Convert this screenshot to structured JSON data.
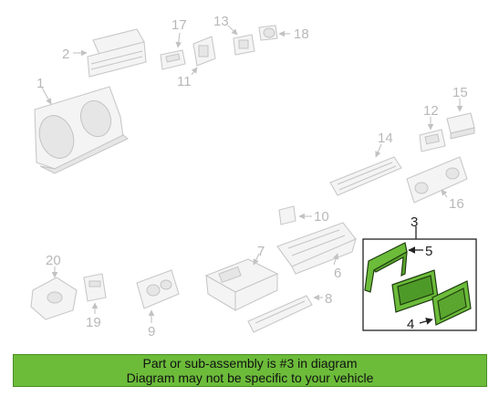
{
  "callouts": {
    "c1": "1",
    "c2": "2",
    "c3": "3",
    "c4": "4",
    "c5": "5",
    "c6": "6",
    "c7": "7",
    "c8": "8",
    "c9": "9",
    "c10": "10",
    "c11": "11",
    "c12": "12",
    "c13": "13",
    "c14": "14",
    "c15": "15",
    "c16": "16",
    "c17": "17",
    "c18": "18",
    "c19": "19",
    "c20": "20"
  },
  "highlight": {
    "callout": "3",
    "color": "#6cbc3a",
    "outline_color": "#1f3d10"
  },
  "notice": {
    "line1": "Part or sub-assembly is #3 in diagram",
    "line2": "Diagram may not be specific to your vehicle",
    "background": "#6cbc3a"
  }
}
